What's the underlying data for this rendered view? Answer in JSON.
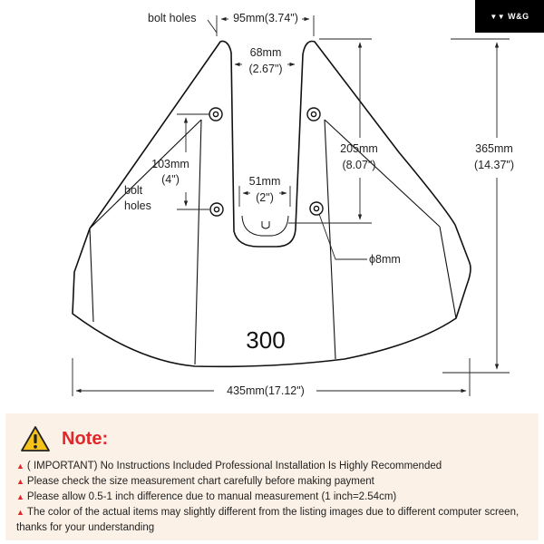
{
  "brand": {
    "text": "W&G"
  },
  "diagram": {
    "labels": {
      "bolt_holes_top": "bolt holes",
      "width_top": "95mm(3.74\")",
      "inner_width_mm": "68mm",
      "inner_width_in": "(2.67\")",
      "bolt_spacing_mm": "103mm",
      "bolt_spacing_in": "(4\")",
      "bolt_holes_side_1": "bolt",
      "bolt_holes_side_2": "holes",
      "slot_width_mm": "51mm",
      "slot_width_in": "(2\")",
      "slot_depth_mm": "205mm",
      "slot_depth_in": "(8.07\")",
      "total_length_mm": "365mm",
      "total_length_in": "(14.37\")",
      "hole_diameter": "ϕ8mm",
      "model_number": "300",
      "total_width": "435mm(17.12\")"
    }
  },
  "note": {
    "title": "Note:",
    "items": [
      "( IMPORTANT) No Instructions Included Professional Installation Is Highly Recommended",
      "Please check the size measurement chart carefully before making payment",
      "Please allow 0.5-1 inch difference due to manual measurement (1 inch=2.54cm)",
      "The color of the actual items may slightly different from the listing images due to different computer screen, thanks for your understanding"
    ]
  }
}
